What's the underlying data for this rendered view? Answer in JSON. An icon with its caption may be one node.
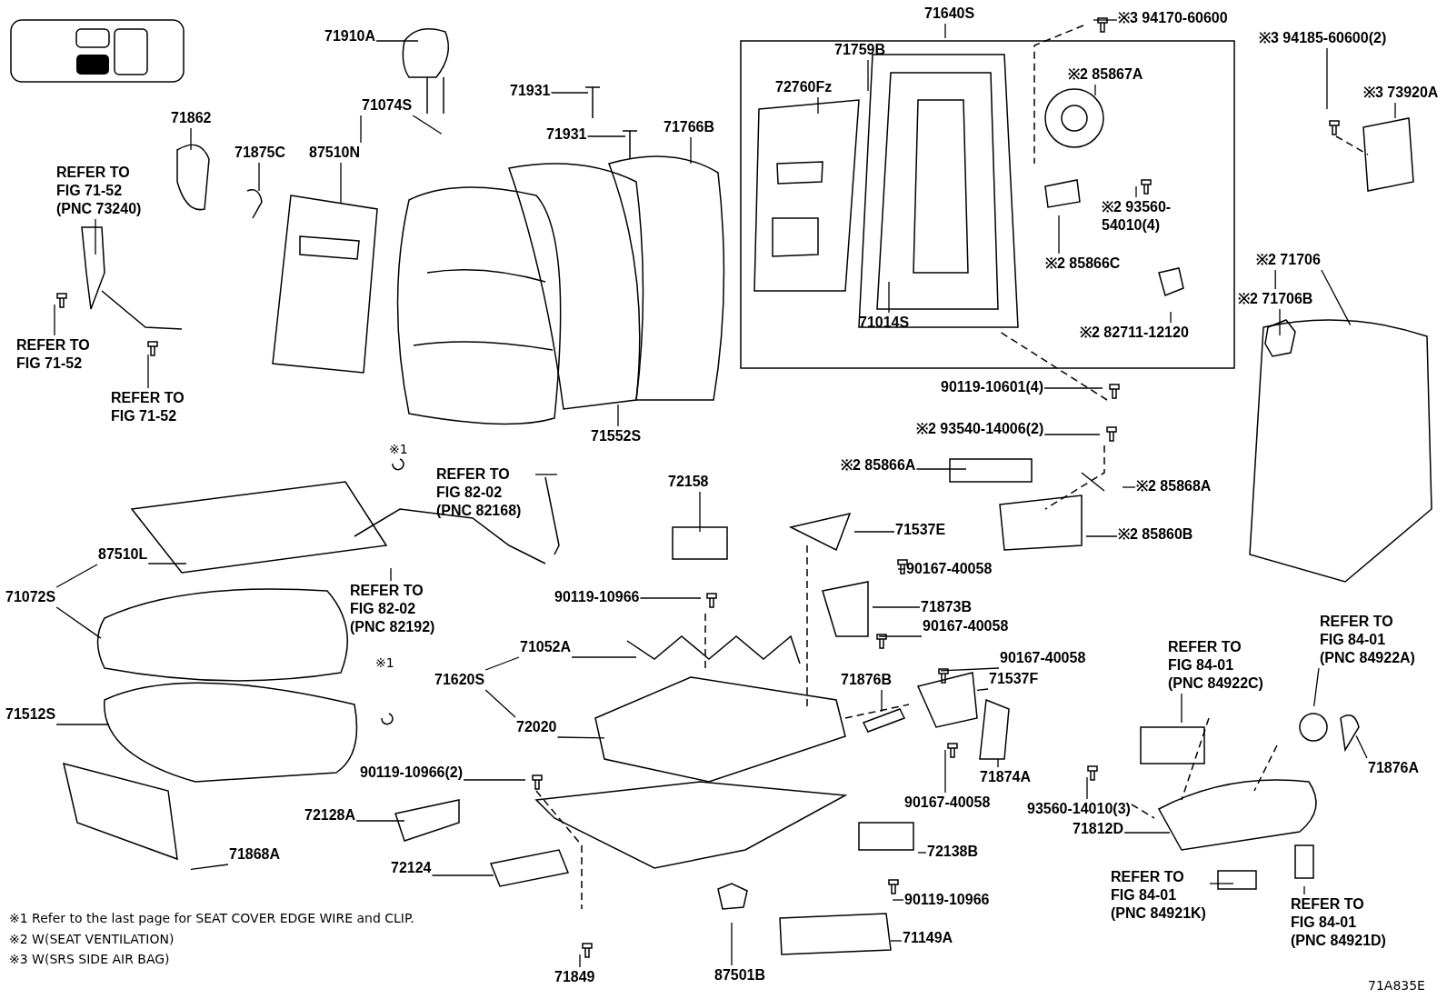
{
  "diagram": {
    "nodes": [
      {
        "text": [
          "71910A"
        ]
      },
      {
        "text": [
          "71931"
        ]
      },
      {
        "text": [
          "71931"
        ]
      },
      {
        "text": [
          "71766B"
        ]
      },
      {
        "text": [
          "71640S"
        ]
      },
      {
        "text": [
          "71759B"
        ]
      },
      {
        "text": [
          "72760Fz"
        ]
      },
      {
        "text": [
          "71014S"
        ]
      },
      {
        "text": [
          "※3 94170-60600"
        ]
      },
      {
        "text": [
          "※2 85867A"
        ]
      },
      {
        "text": [
          "※2 93560-54010(4)"
        ]
      },
      {
        "text": [
          "※2 85866C"
        ]
      },
      {
        "text": [
          "※2 82711-12120"
        ]
      },
      {
        "text": [
          "90119-10601(4)"
        ]
      },
      {
        "text": [
          "※3 94185-60600(2)"
        ]
      },
      {
        "text": [
          "※3 73920A"
        ]
      },
      {
        "text": [
          "※2 71706"
        ]
      },
      {
        "text": [
          "※2 71706B"
        ]
      },
      {
        "text": [
          "71862"
        ]
      },
      {
        "text": [
          "71875C"
        ]
      },
      {
        "text": [
          "87510N"
        ]
      },
      {
        "text": [
          "71074S"
        ]
      },
      {
        "text": [
          "REFER TO FIG 71-52 (PNC 73240)"
        ]
      },
      {
        "text": [
          "REFER TO FIG 71-52"
        ]
      },
      {
        "text": [
          "REFER TO FIG 71-52"
        ]
      },
      {
        "text": [
          "71552S"
        ]
      },
      {
        "text": [
          "REFER TO FIG 82-02 (PNC 82168)"
        ]
      },
      {
        "text": [
          "REFER TO FIG 82-02 (PNC 82192)"
        ]
      },
      {
        "text": [
          "87510L"
        ]
      },
      {
        "text": [
          "71072S"
        ]
      },
      {
        "text": [
          "71512S"
        ]
      },
      {
        "text": [
          "71868A"
        ]
      },
      {
        "text": [
          "72158"
        ]
      },
      {
        "text": [
          "90119-10966"
        ]
      },
      {
        "text": [
          "71052A"
        ]
      },
      {
        "text": [
          "71620S"
        ]
      },
      {
        "text": [
          "72020"
        ]
      },
      {
        "text": [
          "90119-10966(2)"
        ]
      },
      {
        "text": [
          "72128A"
        ]
      },
      {
        "text": [
          "72124"
        ]
      },
      {
        "text": [
          "71849"
        ]
      },
      {
        "text": [
          "87501B"
        ]
      },
      {
        "text": [
          "71149A"
        ]
      },
      {
        "text": [
          "90119-10966"
        ]
      },
      {
        "text": [
          "72138B"
        ]
      },
      {
        "text": [
          "※2 93540-14006(2)"
        ]
      },
      {
        "text": [
          "※2 85866A"
        ]
      },
      {
        "text": [
          "※2 85868A"
        ]
      },
      {
        "text": [
          "※2 85860B"
        ]
      },
      {
        "text": [
          "71537E"
        ]
      },
      {
        "text": [
          "90167-40058"
        ]
      },
      {
        "text": [
          "71873B"
        ]
      },
      {
        "text": [
          "90167-40058"
        ]
      },
      {
        "text": [
          "90167-40058"
        ]
      },
      {
        "text": [
          "71876B"
        ]
      },
      {
        "text": [
          "71537F"
        ]
      },
      {
        "text": [
          "71874A"
        ]
      },
      {
        "text": [
          "90167-40058"
        ]
      },
      {
        "text": [
          "93560-14010(3)"
        ]
      },
      {
        "text": [
          "REFER TO FIG 84-01 (PNC 84922C)"
        ]
      },
      {
        "text": [
          "REFER TO FIG 84-01 (PNC 84922A)"
        ]
      },
      {
        "text": [
          "71876A"
        ]
      },
      {
        "text": [
          "71812D"
        ]
      },
      {
        "text": [
          "REFER TO FIG 84-01 (PNC 84921K)"
        ]
      },
      {
        "text": [
          "REFER TO FIG 84-01 (PNC 84921D)"
        ]
      }
    ],
    "edges": [
      {
        "from": 0,
        "to": null,
        "arrow": "none"
      },
      {
        "from": 1,
        "to": null,
        "arrow": "none"
      },
      {
        "from": 2,
        "to": null,
        "arrow": "none"
      },
      {
        "from": 3,
        "to": null,
        "arrow": "none"
      },
      {
        "from": 4,
        "to": null,
        "arrow": "none"
      },
      {
        "from": 5,
        "to": null,
        "arrow": "none"
      },
      {
        "from": 6,
        "to": null,
        "arrow": "none"
      },
      {
        "from": 7,
        "to": null,
        "arrow": "none"
      },
      {
        "from": 8,
        "to": null,
        "arrow": "none"
      },
      {
        "from": 9,
        "to": null,
        "arrow": "none"
      },
      {
        "from": 10,
        "to": null,
        "arrow": "none"
      },
      {
        "from": 11,
        "to": null,
        "arrow": "none"
      },
      {
        "from": 12,
        "to": null,
        "arrow": "none"
      },
      {
        "from": 13,
        "to": null,
        "arrow": "none"
      },
      {
        "from": 14,
        "to": null,
        "arrow": "none"
      },
      {
        "from": 15,
        "to": null,
        "arrow": "none"
      },
      {
        "from": 16,
        "to": null,
        "arrow": "none"
      },
      {
        "from": 16,
        "to": 17,
        "arrow": "none"
      },
      {
        "from": 17,
        "to": null,
        "arrow": "none"
      },
      {
        "from": 18,
        "to": null,
        "arrow": "none"
      },
      {
        "from": 19,
        "to": null,
        "arrow": "none"
      },
      {
        "from": 20,
        "to": null,
        "arrow": "none"
      },
      {
        "from": 21,
        "to": 20,
        "arrow": "none"
      },
      {
        "from": 21,
        "to": null,
        "arrow": "none"
      },
      {
        "from": 22,
        "to": null,
        "arrow": "none"
      },
      {
        "from": 23,
        "to": null,
        "arrow": "none"
      },
      {
        "from": 24,
        "to": null,
        "arrow": "none"
      },
      {
        "from": 25,
        "to": null,
        "arrow": "none"
      },
      {
        "from": 26,
        "to": null,
        "arrow": "none"
      },
      {
        "from": 27,
        "to": null,
        "arrow": "none"
      },
      {
        "from": 28,
        "to": null,
        "arrow": "none"
      },
      {
        "from": 29,
        "to": 28,
        "arrow": "none"
      },
      {
        "from": 29,
        "to": null,
        "arrow": "none"
      },
      {
        "from": 30,
        "to": null,
        "arrow": "none"
      },
      {
        "from": 31,
        "to": null,
        "arrow": "none"
      },
      {
        "from": 32,
        "to": null,
        "arrow": "none"
      },
      {
        "from": 33,
        "to": null,
        "arrow": "none"
      },
      {
        "from": 34,
        "to": null,
        "arrow": "none"
      },
      {
        "from": 35,
        "to": 34,
        "arrow": "none"
      },
      {
        "from": 35,
        "to": 36,
        "arrow": "none"
      },
      {
        "from": 36,
        "to": null,
        "arrow": "none"
      },
      {
        "from": 37,
        "to": null,
        "arrow": "none"
      },
      {
        "from": 38,
        "to": null,
        "arrow": "none"
      },
      {
        "from": 39,
        "to": null,
        "arrow": "none"
      },
      {
        "from": 40,
        "to": null,
        "arrow": "none"
      },
      {
        "from": 41,
        "to": null,
        "arrow": "none"
      },
      {
        "from": 42,
        "to": null,
        "arrow": "none"
      },
      {
        "from": 43,
        "to": null,
        "arrow": "none"
      },
      {
        "from": 44,
        "to": null,
        "arrow": "none"
      },
      {
        "from": 45,
        "to": null,
        "arrow": "none"
      },
      {
        "from": 46,
        "to": null,
        "arrow": "none"
      },
      {
        "from": 47,
        "to": null,
        "arrow": "none"
      },
      {
        "from": 48,
        "to": null,
        "arrow": "none"
      },
      {
        "from": 49,
        "to": null,
        "arrow": "none"
      },
      {
        "from": 50,
        "to": null,
        "arrow": "none"
      },
      {
        "from": 51,
        "to": null,
        "arrow": "none"
      },
      {
        "from": 52,
        "to": null,
        "arrow": "none"
      },
      {
        "from": 53,
        "to": null,
        "arrow": "none"
      },
      {
        "from": 54,
        "to": null,
        "arrow": "none"
      },
      {
        "from": 55,
        "to": null,
        "arrow": "none"
      },
      {
        "from": 56,
        "to": null,
        "arrow": "none"
      },
      {
        "from": 57,
        "to": null,
        "arrow": "none"
      },
      {
        "from": 58,
        "to": null,
        "arrow": "none"
      },
      {
        "from": 59,
        "to": null,
        "arrow": "none"
      },
      {
        "from": 60,
        "to": null,
        "arrow": "none"
      },
      {
        "from": 61,
        "to": null,
        "arrow": "none"
      },
      {
        "from": 62,
        "to": null,
        "arrow": "none"
      },
      {
        "from": 63,
        "to": null,
        "arrow": "none"
      },
      {
        "from": 64,
        "to": null,
        "arrow": "none"
      }
    ],
    "labels": [
      "※1",
      "※1",
      "※1 Refer to the last page for SEAT COVER EDGE WIRE and CLIP.",
      "※2 W(SEAT VENTILATION)",
      "※3 W(SRS SIDE AIR BAG)",
      "71A835E"
    ]
  }
}
